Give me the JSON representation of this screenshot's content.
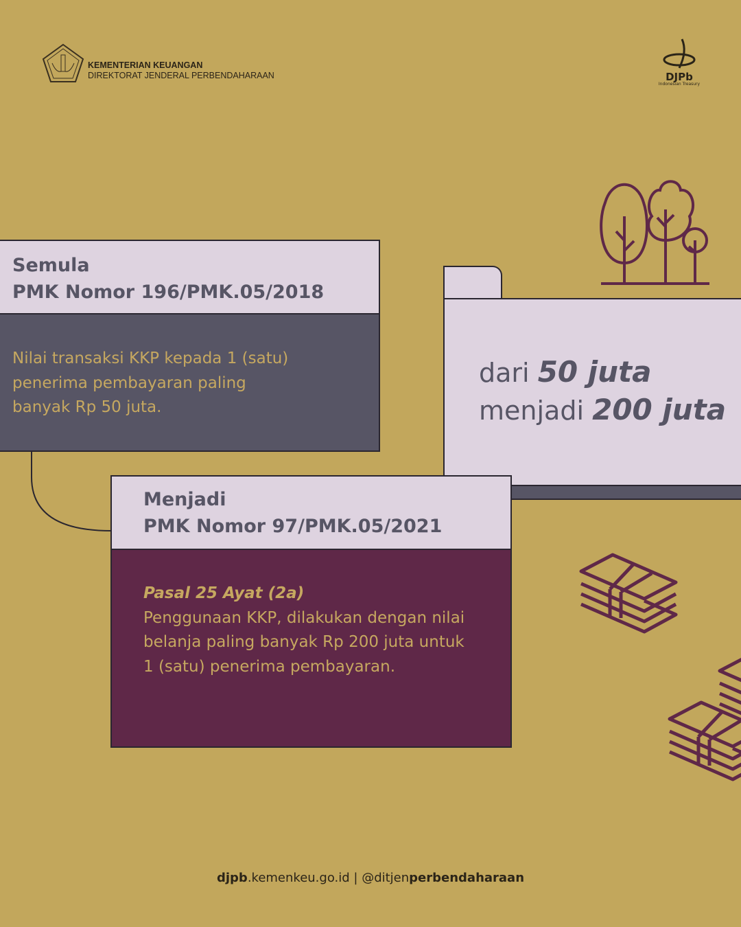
{
  "header": {
    "org_line1": "KEMENTERIAN KEUANGAN",
    "org_line2": "DIREKTORAT JENDERAL PERBENDAHARAAN",
    "logo_right": "DJPb",
    "logo_right_sub": "Indonesian Treasury"
  },
  "before": {
    "label": "Semula",
    "regulation": "PMK Nomor 196/PMK.05/2018",
    "text": "Nilai transaksi KKP kepada 1 (satu) penerima pembayaran paling banyak Rp 50 juta."
  },
  "after": {
    "label": "Menjadi",
    "regulation": "PMK Nomor 97/PMK.05/2021",
    "article": "Pasal 25 Ayat (2a)",
    "text": "Penggunaan KKP, dilakukan dengan nilai belanja paling banyak Rp 200 juta untuk 1 (satu) penerima pembayaran."
  },
  "summary": {
    "from_prefix": "dari",
    "from_value": "50 juta",
    "to_prefix": "menjadi",
    "to_value": "200 juta"
  },
  "footer": {
    "site_bold": "djpb",
    "site_rest": ".kemenkeu.go.id",
    "sep": " | ",
    "handle_prefix": "@ditjen",
    "handle_bold": "perbendaharaan"
  },
  "colors": {
    "bg": "#C2A75C",
    "lavender": "#DED3E0",
    "slate": "#575565",
    "plum": "#5F2848",
    "gold_text": "#C6A860"
  }
}
